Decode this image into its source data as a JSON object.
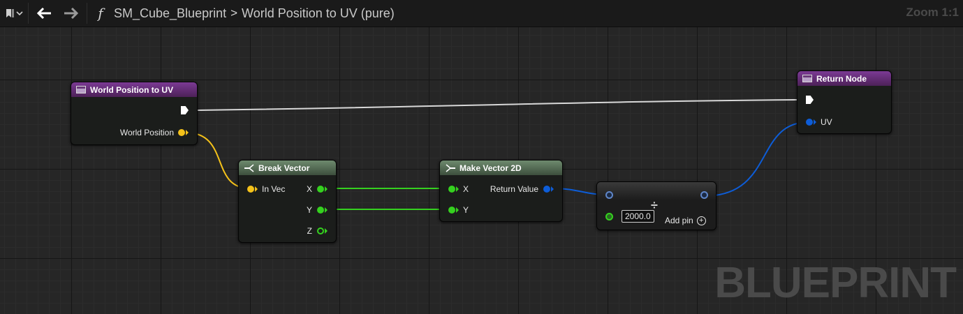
{
  "toolbar": {
    "function_symbol": "f",
    "breadcrumb": [
      "SM_Cube_Blueprint",
      "World Position to UV (pure)"
    ],
    "separator": ">",
    "zoom": "Zoom 1:1"
  },
  "watermark": "BLUEPRINT",
  "colors": {
    "vector": "#f5c21a",
    "float": "#35d11f",
    "vector2d": "#0d5dd8",
    "exec": "#ffffff",
    "function_header": "#7b3a94",
    "pure_header": "#5f7a5f"
  },
  "nodes": {
    "entry": {
      "title": "World Position to UV",
      "pin": "World Position"
    },
    "break_vector": {
      "title": "Break Vector",
      "input": "In Vec",
      "outputs": [
        "X",
        "Y",
        "Z"
      ]
    },
    "make_vector2d": {
      "title": "Make Vector 2D",
      "inputs": [
        "X",
        "Y"
      ],
      "output": "Return Value"
    },
    "divide": {
      "symbol": "÷",
      "value": "2000.0",
      "add_pin": "Add pin",
      "add_symbol": "+"
    },
    "return": {
      "title": "Return Node",
      "pin": "UV"
    }
  }
}
